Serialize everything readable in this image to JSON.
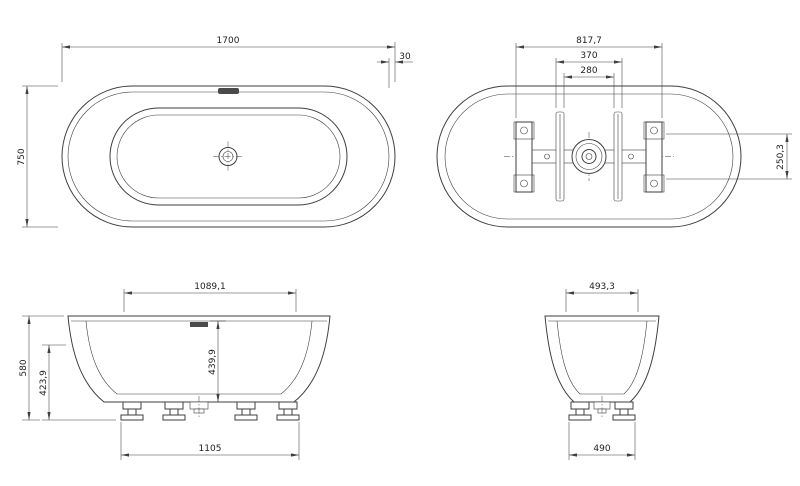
{
  "views": {
    "plan": {
      "dims": {
        "length": "1700",
        "rim_offset": "30",
        "width": "750"
      }
    },
    "bottom": {
      "dims": {
        "mount_span": "817,7",
        "bracket_outer": "370",
        "bracket_inner": "280",
        "pad_span": "250,3"
      }
    },
    "side": {
      "dims": {
        "top_length": "1089,1",
        "inner_depth": "439,9",
        "body_height": "423,9",
        "total_height": "580",
        "feet_span": "1105"
      }
    },
    "end": {
      "dims": {
        "top_width": "493,3",
        "feet_span": "490"
      }
    }
  },
  "colors": {
    "line": "#3f3f3f",
    "background": "#ffffff"
  }
}
